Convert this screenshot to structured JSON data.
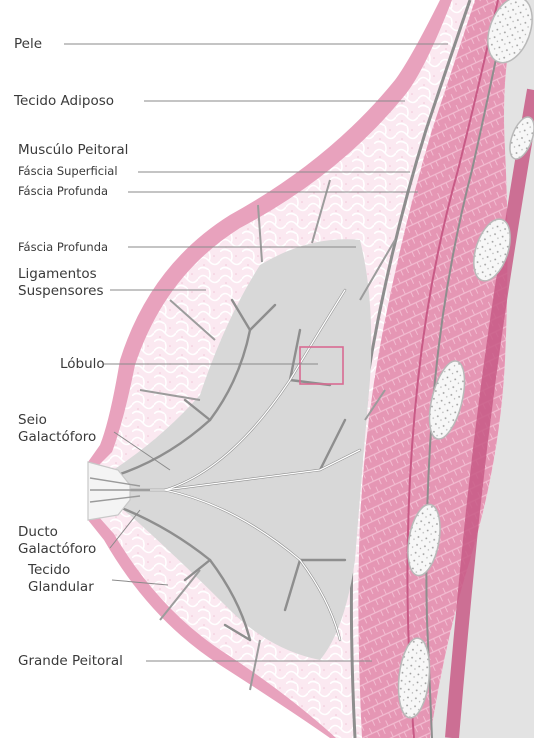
{
  "labels": {
    "skin": "Pele",
    "adipose": "Tecido Adiposo",
    "pectoral_muscle": "Muscúlo Peitoral",
    "superficial_fascia": "Fáscia Superficial",
    "deep_fascia_top": "Fáscia Profunda",
    "deep_fascia": "Fáscia Profunda",
    "ligaments": "Ligamentos Suspensores",
    "lobule": "Lóbulo",
    "sinus": "Seio Galactóforo",
    "duct": "Ducto Galactóforo",
    "glandular": "Tecido Glandular",
    "major_pectoral": "Grande Peitoral"
  },
  "colors": {
    "skin_pink": "#e8a2bd",
    "fat_fill": "#fbe9f1",
    "muscle_pink": "#e596b4",
    "muscle_dark": "#c85a86",
    "gland_gray": "#d8d8d8",
    "bone_gray": "#e3e3e3",
    "leader_line": "#8a8a8a"
  }
}
